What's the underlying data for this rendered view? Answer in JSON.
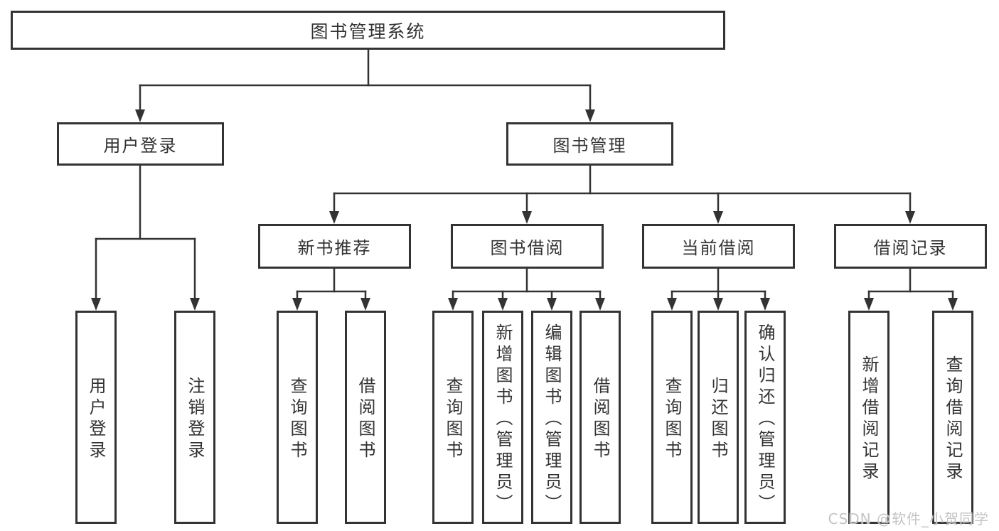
{
  "diagram_title": "图书管理系统",
  "tree": {
    "root": {
      "label": "图书管理系统"
    },
    "level2": [
      {
        "label": "用户登录"
      },
      {
        "label": "图书管理"
      }
    ],
    "level3": [
      {
        "label": "新书推荐"
      },
      {
        "label": "图书借阅"
      },
      {
        "label": "当前借阅"
      },
      {
        "label": "借阅记录"
      }
    ],
    "leaves": {
      "login": [
        "用户登录",
        "注销登录"
      ],
      "recommend": [
        "查询图书",
        "借阅图书"
      ],
      "borrow": [
        "查询图书",
        "新增图书（管理员）",
        "编辑图书（管理员）",
        "借阅图书"
      ],
      "current": [
        "查询图书",
        "归还图书",
        "确认归还（管理员）"
      ],
      "records": [
        "新增借阅记录",
        "查询借阅记录"
      ]
    }
  },
  "watermark": {
    "text": "CSDN @软件_小贺同学"
  },
  "colors": {
    "line_and_border": "#333333",
    "text": "#333333",
    "watermark_text": "#c4c4c4",
    "background": "#ffffff"
  }
}
